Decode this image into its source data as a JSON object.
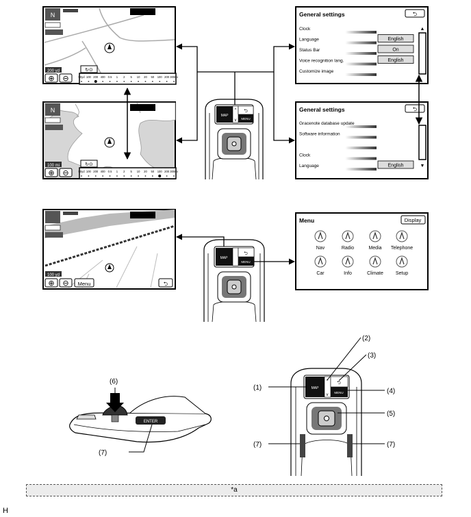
{
  "map_screens": {
    "top_scale": "200 yd",
    "mid_scale": "100 mi",
    "bottom_scale": "100 yd",
    "bottom_menu_label": "Menu",
    "scale_ticks_top": [
      "50yd",
      "100",
      "200",
      "400",
      "0.5",
      "1",
      "2",
      "5",
      "10",
      "20",
      "50",
      "100",
      "200",
      "300mi"
    ],
    "scale_ticks_mid": [
      "50yd",
      "100",
      "200",
      "400",
      "0.5",
      "1",
      "2",
      "5",
      "10",
      "20",
      "50",
      "100",
      "200",
      "300mi"
    ]
  },
  "settings_top": {
    "title": "General settings",
    "rows": [
      {
        "label": "Clock",
        "value": ""
      },
      {
        "label": "Language",
        "value": "English"
      },
      {
        "label": "Status Bar",
        "value": "On"
      },
      {
        "label": "Voice recognition lang.",
        "value": "English"
      },
      {
        "label": "Customize image",
        "value": ""
      }
    ]
  },
  "settings_bottom": {
    "title": "General settings",
    "rows": [
      {
        "label": "Gracenote database update",
        "value": ""
      },
      {
        "label": "Software information",
        "value": ""
      },
      {
        "label": "",
        "value": ""
      },
      {
        "label": "Clock",
        "value": ""
      },
      {
        "label": "Language",
        "value": "English"
      }
    ]
  },
  "menu_screen": {
    "title": "Menu",
    "display_button": "Display",
    "items": [
      {
        "label": "Nav",
        "icon": "nav-icon"
      },
      {
        "label": "Radio",
        "icon": "radio-icon"
      },
      {
        "label": "Media",
        "icon": "media-icon"
      },
      {
        "label": "Telephone",
        "icon": "telephone-icon"
      },
      {
        "label": "Car",
        "icon": "car-icon"
      },
      {
        "label": "Info",
        "icon": "info-icon"
      },
      {
        "label": "Climate",
        "icon": "climate-icon"
      },
      {
        "label": "Setup",
        "icon": "setup-icon"
      }
    ]
  },
  "controller": {
    "map_label": "MAP",
    "menu_label": "MENU",
    "enter_label": "ENTER"
  },
  "callouts": {
    "c1": "(1)",
    "c2": "(2)",
    "c3": "(3)",
    "c4": "(4)",
    "c5": "(5)",
    "c6": "(6)",
    "c7a": "(7)",
    "c7b": "(7)",
    "c7c": "(7)"
  },
  "caption": "*a",
  "corner_label": "H"
}
